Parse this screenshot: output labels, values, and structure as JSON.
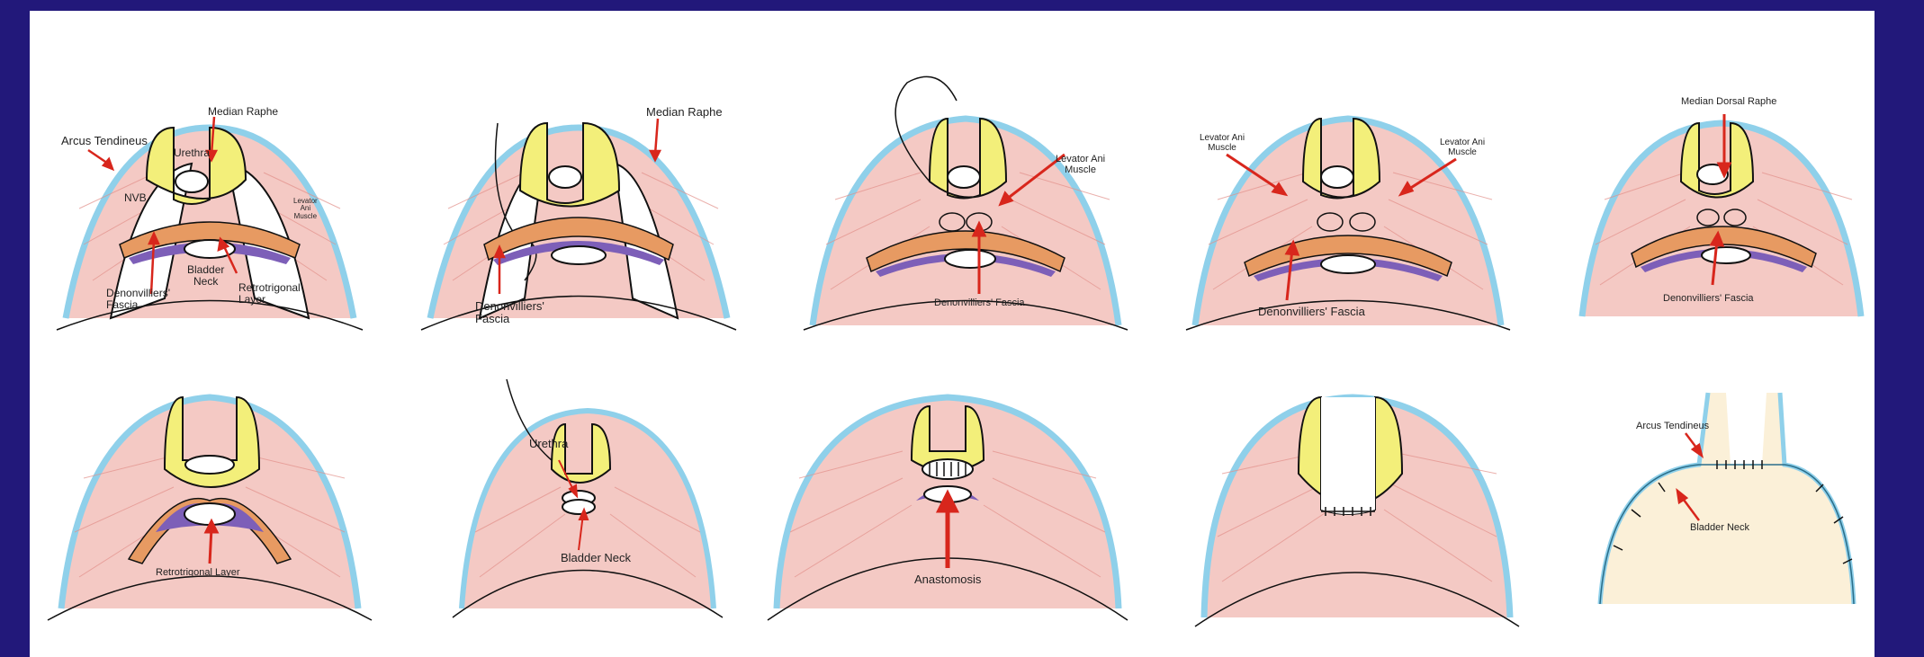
{
  "colors": {
    "frame": "#22187a",
    "background": "#ffffff",
    "pelvic_wall": "#8fd0ea",
    "muscle": "#f4c9c4",
    "muscle_fibers": "#e2908a",
    "urethra": "#f3ef7a",
    "denonvilliers_fascia": "#e79a62",
    "retrotrigonal_layer": "#7d5fb8",
    "arrow": "#d8261c",
    "outline": "#111111"
  },
  "top_row": {
    "p1": {
      "arcus_tendineus": "Arcus Tendineus",
      "median_raphe": "Median Raphe",
      "urethra": "Urethra",
      "nvb": "NVB",
      "levator_line1": "Levator",
      "levator_line2": "Ani",
      "levator_line3": "Muscle",
      "bladder_line1": "Bladder",
      "bladder_line2": "Neck",
      "denon_line1": "Denonvilliers'",
      "denon_line2": "Fascia",
      "retro_line1": "Retrotrigonal",
      "retro_line2": "Layer"
    },
    "p2": {
      "median_raphe": "Median Raphe",
      "denon_line1": "Denonvilliers'",
      "denon_line2": "Fascia"
    },
    "p3": {
      "levator_line1": "Levator Ani",
      "levator_line2": "Muscle",
      "denon": "Denonvilliers' Fascia"
    },
    "p4": {
      "left_levator_line1": "Levator Ani",
      "left_levator_line2": "Muscle",
      "right_levator_line1": "Levator Ani",
      "right_levator_line2": "Muscle",
      "denon": "Denonvilliers' Fascia"
    },
    "p5": {
      "median_dorsal_raphe": "Median Dorsal Raphe",
      "denon": "Denonvilliers' Fascia"
    }
  },
  "bottom_row": {
    "p6": {
      "retrotrigonal": "Retrotrigonal Layer"
    },
    "p7": {
      "urethra": "Urethra",
      "bladder_neck": "Bladder Neck"
    },
    "p8": {
      "anastomosis": "Anastomosis"
    },
    "p9": {},
    "p10": {
      "arcus_tendineus": "Arcus Tendineus",
      "bladder_neck": "Bladder Neck"
    }
  }
}
